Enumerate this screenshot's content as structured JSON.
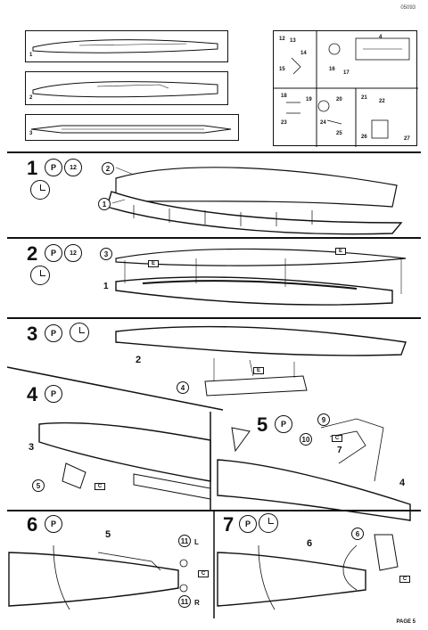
{
  "doc": {
    "code": "05093",
    "page_label": "PAGE 5"
  },
  "sprues": {
    "frame_a_label": "1",
    "frame_b_label": "2",
    "frame_c_label": "3",
    "frame_d_parts": [
      "12",
      "13",
      "14",
      "15",
      "16",
      "17",
      "18",
      "19",
      "20",
      "21",
      "22",
      "23",
      "24",
      "25",
      "26",
      "27"
    ],
    "frame_d_tag": "4"
  },
  "steps": [
    {
      "number": "1",
      "parts": [
        "2",
        "1"
      ],
      "tags": []
    },
    {
      "number": "2",
      "parts": [
        "3",
        "1"
      ],
      "tags": [
        "E",
        "E"
      ]
    },
    {
      "number": "3",
      "parts": [
        "2",
        "4"
      ],
      "tags": [
        "E"
      ]
    },
    {
      "number": "4",
      "parts": [
        "3",
        "5"
      ],
      "tags": [
        "C"
      ]
    },
    {
      "number": "5",
      "parts": [
        "9",
        "10",
        "7",
        "4"
      ],
      "tags": [
        "C"
      ]
    },
    {
      "number": "6",
      "parts": [
        "5",
        "11",
        "L",
        "11",
        "R"
      ],
      "tags": [
        "C"
      ]
    },
    {
      "number": "7",
      "parts": [
        "6",
        "6"
      ],
      "tags": [
        "C"
      ]
    }
  ],
  "icons": {
    "glue": "glue-icon",
    "paint": "paint-icon",
    "clock": "clock-icon"
  }
}
